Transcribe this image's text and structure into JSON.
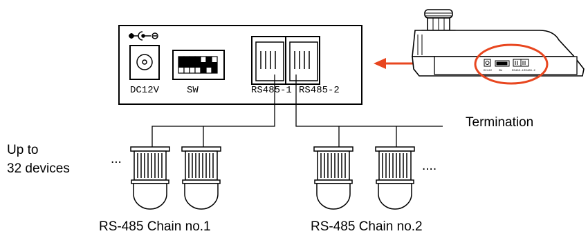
{
  "panel": {
    "dc_label": "DC12V",
    "sw_label": "SW",
    "rs1_label": "RS485-1",
    "rs2_label": "RS485-2"
  },
  "inset": {
    "dc_label": "DC12V",
    "sw_label": "SW",
    "rs1_label": "RS485-1",
    "rs2_label": "RS485-2"
  },
  "labels": {
    "termination": "Termination",
    "up_to_line1": "Up to",
    "up_to_line2": "32 devices",
    "ellipsis_chain1": "...",
    "ellipsis_chain2": "....",
    "chain1": "RS-485 Chain no.1",
    "chain2": "RS-485 Chain no.2"
  },
  "colors": {
    "highlight": "#e8461f",
    "line": "#000000"
  }
}
